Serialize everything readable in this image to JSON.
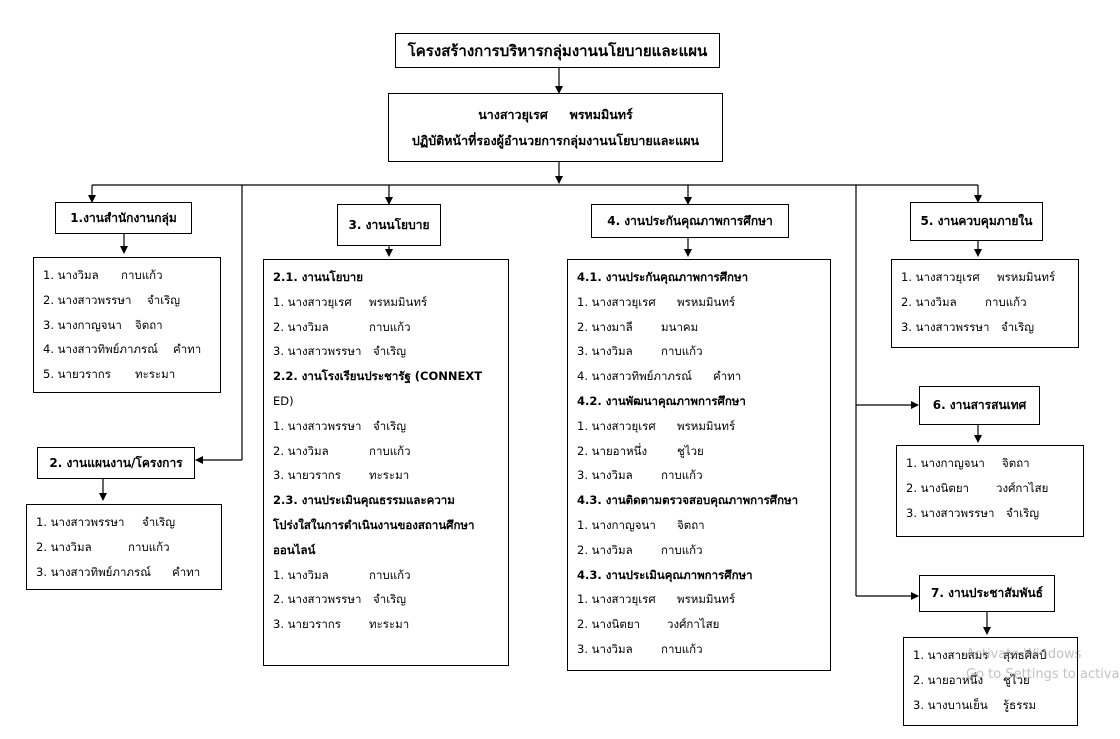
{
  "title": "โครงสร้างการบริหารกลุ่มงานนโยบายและแผน",
  "head": {
    "name": "นางสาวยุเรศ     พรหมมินทร์",
    "role": "ปฏิบัติหน้าที่รองผู้อำนวยการกลุ่มงานนโยบายและแผน"
  },
  "units": {
    "office": {
      "title": "1.งานสำนักงานกลุ่ม",
      "members": [
        {
          "first": "1. นางวิมล",
          "last": "กาบแก้ว"
        },
        {
          "first": "2. นางสาวพรรษา",
          "last": "จำเริญ"
        },
        {
          "first": "3. นางกาญจนา",
          "last": "จิตถา"
        },
        {
          "first": "4. นางสาวทิพย์ภาภรณ์",
          "last": "คำทา"
        },
        {
          "first": "5. นายวรากร",
          "last": "ทะระมา"
        }
      ]
    },
    "planning": {
      "title": "2. งานแผนงาน/โครงการ",
      "members": [
        {
          "first": "1. นางสาวพรรษา",
          "last": "จำเริญ"
        },
        {
          "first": "2. นางวิมล",
          "last": "กาบแก้ว"
        },
        {
          "first": "3. นางสาวทิพย์ภาภรณ์",
          "last": "คำทา"
        }
      ]
    },
    "policy": {
      "title": "3. งานนโยบาย",
      "sub1": {
        "title": "2.1. งานนโยบาย",
        "members": [
          {
            "first": "1. นางสาวยุเรศ",
            "last": "พรหมมินทร์"
          },
          {
            "first": "2. นางวิมล",
            "last": "กาบแก้ว"
          },
          {
            "first": "3. นางสาวพรรษา",
            "last": "จำเริญ"
          }
        ]
      },
      "sub2": {
        "title_a": "2.2. งานโรงเรียนประชารัฐ (CONNEXT",
        "title_b": "ED)",
        "members": [
          {
            "first": "1. นางสาวพรรษา",
            "last": "จำเริญ"
          },
          {
            "first": "2. นางวิมล",
            "last": "กาบแก้ว"
          },
          {
            "first": "3. นายวรากร",
            "last": "ทะระมา"
          }
        ]
      },
      "sub3": {
        "title_a": "2.3. งานประเมินคุณธรรมและความ",
        "title_b": "โปร่งใสในการดำเนินงานของสถานศึกษา",
        "title_c": "ออนไลน์",
        "members": [
          {
            "first": "1. นางวิมล",
            "last": "กาบแก้ว"
          },
          {
            "first": "2. นางสาวพรรษา",
            "last": "จำเริญ"
          },
          {
            "first": "3. นายวรากร",
            "last": "ทะระมา"
          }
        ]
      }
    },
    "qa": {
      "title": "4. งานประกันคุณภาพการศึกษา",
      "sub1": {
        "title": "4.1. งานประกันคุณภาพการศึกษา",
        "members": [
          {
            "first": "1. นางสาวยุเรศ",
            "last": "พรหมมินทร์"
          },
          {
            "first": "2. นางมาลี",
            "last": "มนาคม"
          },
          {
            "first": "3. นางวิมล",
            "last": "กาบแก้ว"
          },
          {
            "first": "4. นางสาวทิพย์ภาภรณ์",
            "last": "คำทา"
          }
        ]
      },
      "sub2": {
        "title": "4.2. งานพัฒนาคุณภาพการศึกษา",
        "members": [
          {
            "first": "1. นางสาวยุเรศ",
            "last": "พรหมมินทร์"
          },
          {
            "first": "2. นายอาหนึ่ง",
            "last": "ชูไวย"
          },
          {
            "first": "3. นางวิมล",
            "last": "กาบแก้ว"
          }
        ]
      },
      "sub3": {
        "title": "4.3. งานติดตามตรวจสอบคุณภาพการศึกษา",
        "members": [
          {
            "first": "1. นางกาญจนา",
            "last": "จิตถา"
          },
          {
            "first": "2. นางวิมล",
            "last": "กาบแก้ว"
          }
        ]
      },
      "sub4": {
        "title": "4.3. งานประเมินคุณภาพการศึกษา",
        "members": [
          {
            "first": "1. นางสาวยุเรศ",
            "last": "พรหมมินทร์"
          },
          {
            "first": "2. นางนิตยา",
            "last": "วงศ์กาไสย"
          },
          {
            "first": "3. นางวิมล",
            "last": "กาบแก้ว"
          }
        ]
      }
    },
    "internal": {
      "title": "5. งานควบคุมภายใน",
      "members": [
        {
          "first": "1. นางสาวยุเรศ",
          "last": "พรหมมินทร์"
        },
        {
          "first": "2. นางวิมล",
          "last": "กาบแก้ว"
        },
        {
          "first": "3. นางสาวพรรษา",
          "last": "จำเริญ"
        }
      ]
    },
    "info": {
      "title": "6. งานสารสนเทศ",
      "members": [
        {
          "first": "1. นางกาญจนา",
          "last": "จิตถา"
        },
        {
          "first": "2. นางนิตยา",
          "last": "วงศ์กาไสย"
        },
        {
          "first": "3. นางสาวพรรษา",
          "last": "จำเริญ"
        }
      ]
    },
    "pr": {
      "title": "7. งานประชาสัมพันธ์",
      "members": [
        {
          "first": "1. นางสายสมร",
          "last": "สุทธศิลป์"
        },
        {
          "first": "2. นายอาหนึ่ง",
          "last": "ชูไวย"
        },
        {
          "first": "3. นางบานเย็น",
          "last": "รู้ธรรม"
        }
      ]
    }
  },
  "watermark": {
    "line1": "Activate Windows",
    "line2": "Go to Settings to activate"
  }
}
